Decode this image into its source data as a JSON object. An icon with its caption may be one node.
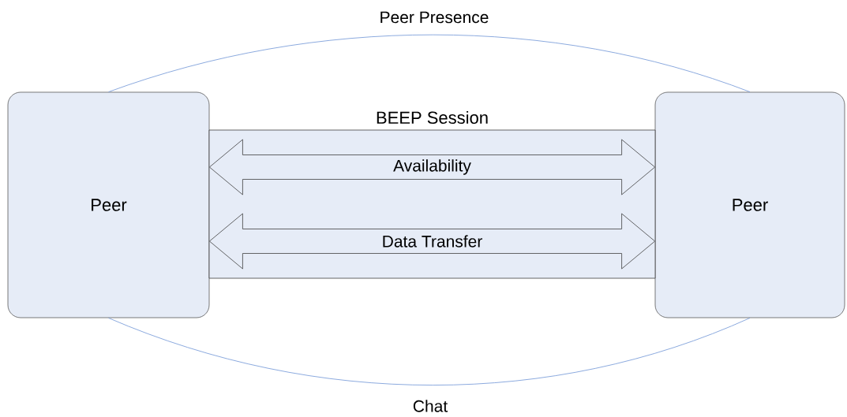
{
  "diagram": {
    "nodes": [
      {
        "text": [
          "Peer"
        ]
      },
      {
        "text": [
          "Peer"
        ]
      },
      {
        "text": [
          "BEEP Session"
        ]
      }
    ],
    "edges": [
      {
        "from": 0,
        "to": 1,
        "arrow": "none",
        "label": "Peer Presence",
        "color": "#6f94d6"
      },
      {
        "from": 0,
        "to": 1,
        "arrow": "both",
        "label": "Availability"
      },
      {
        "from": 0,
        "to": 1,
        "arrow": "both",
        "label": "Data Transfer"
      },
      {
        "from": 0,
        "to": 1,
        "arrow": "none",
        "label": "Chat",
        "color": "#6f94d6"
      }
    ]
  }
}
